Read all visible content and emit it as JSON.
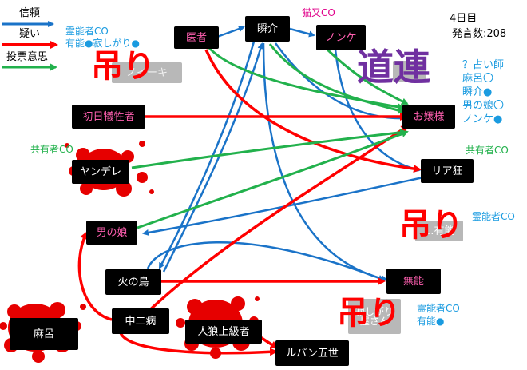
{
  "legend": {
    "trust": "信頼",
    "doubt": "疑い",
    "vote": "投票意思",
    "colors": {
      "trust": "#1a73c8",
      "doubt": "#ff0000",
      "vote": "#22b14c"
    }
  },
  "day_info": {
    "day": "4日目",
    "speech_count": "発言数:208"
  },
  "nodes": {
    "doctor": "医者",
    "shunsuke": "瞬介",
    "nonke": "ノンケ",
    "ojousama": "お嬢様",
    "riakyou": "リア狂",
    "shonichi": "初日犠牲者",
    "otokonoko": "男の娘",
    "hinotori": "火の鳥",
    "chuunibyou": "中二病",
    "munou": "無能",
    "lupin": "ルパン五世",
    "jinrou": "人狼上級者",
    "maro": "麻呂",
    "yandere": "ヤンデレ",
    "hidden1": "ノイーキ",
    "hidden2": "…キ",
    "hidden3": "…有能",
    "hidden4_l1": "寂しがり",
    "hidden4_l2": "屋さん"
  },
  "annotations": {
    "top_left_co1": "霊能者CO",
    "top_left_co2": "有能●寂しがり●",
    "nekomata_co": "猫又CO",
    "left_kyoyu": "共有者CO",
    "right_kyoyu": "共有者CO",
    "right_reinou": "霊能者CO",
    "bottom_reinou": "霊能者CO",
    "bottom_yuunou": "有能●",
    "uranai": [
      "？占い師",
      "麻呂〇",
      "瞬介●",
      "男の娘〇",
      "ノンケ●"
    ]
  },
  "stamps": {
    "hanged": "吊り",
    "michizure": "道連"
  },
  "stamp_colors": {
    "hanged": "#ff0000",
    "michizure": "#7030a0",
    "blood": "#e60000"
  }
}
